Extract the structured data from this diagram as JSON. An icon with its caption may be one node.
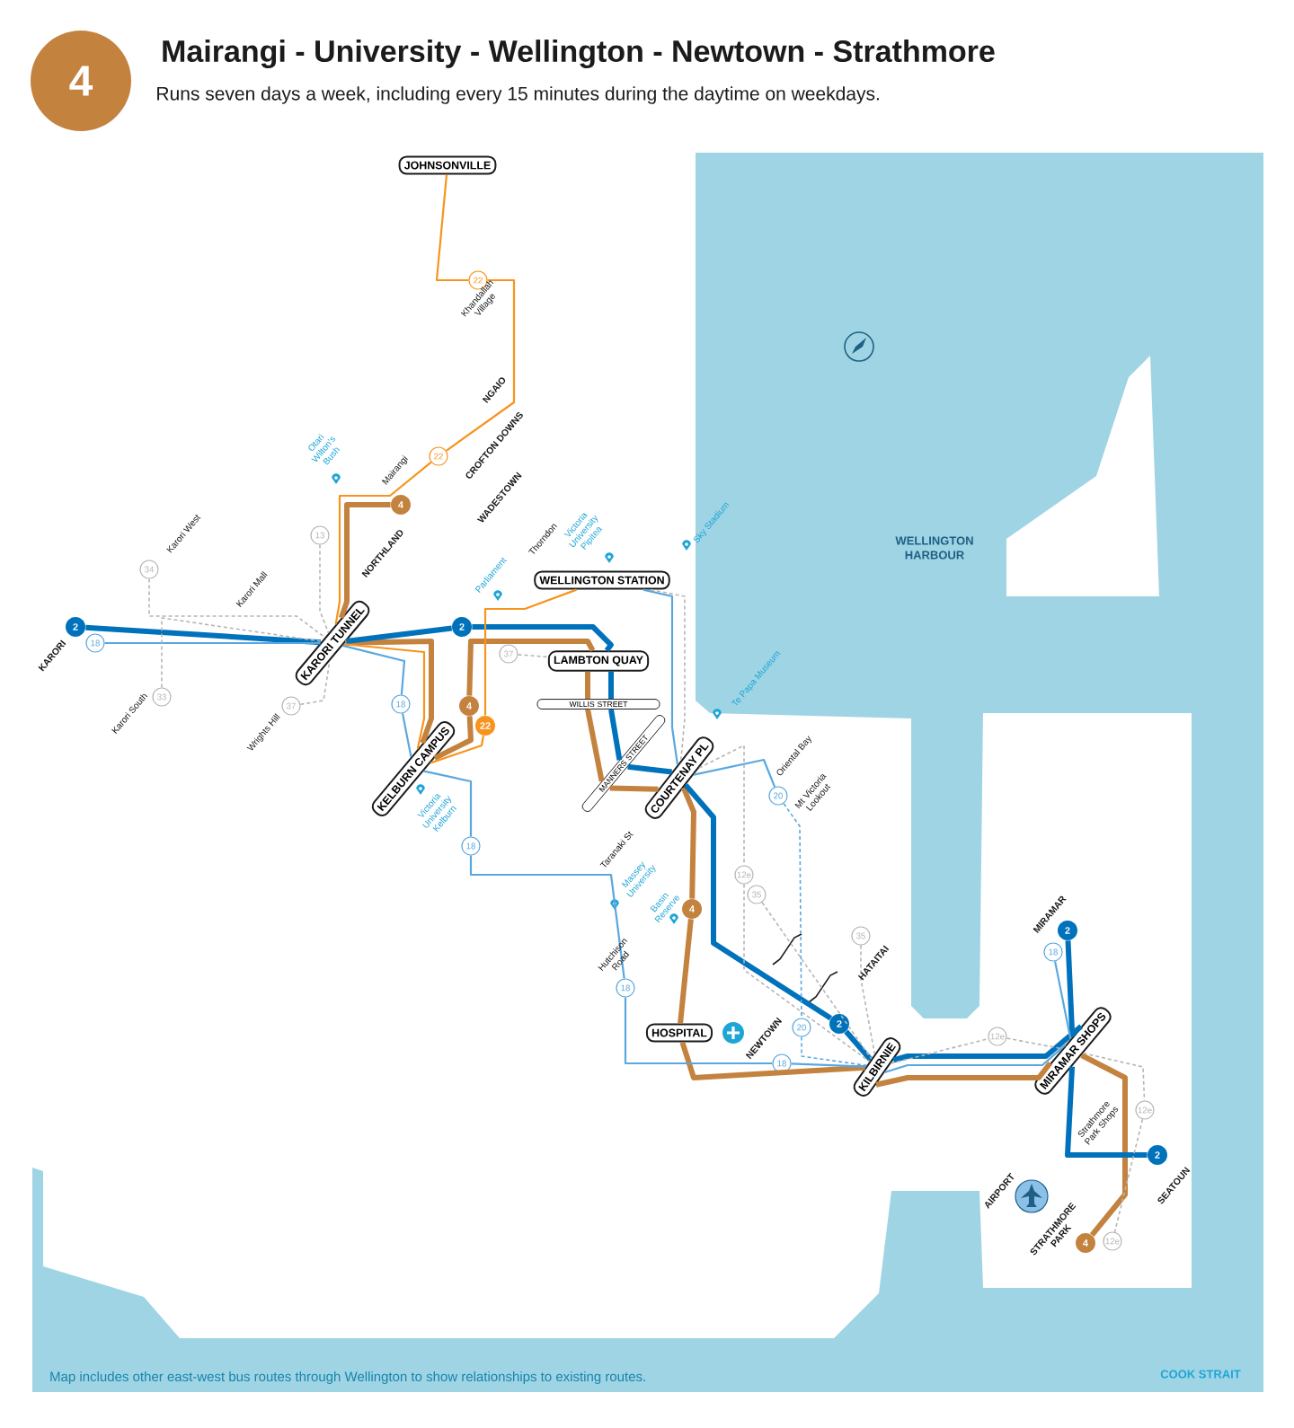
{
  "diagram": {
    "title": "Mairangi - University - Wellington - Newtown - Strathmore",
    "caption": "Map includes other east-west bus routes through Wellington to show relationships to existing routes.",
    "nodes": [
      {
        "text": [
          "4"
        ]
      },
      {
        "text": [
          "JOHNSONVILLE"
        ]
      },
      {
        "text": [
          "22"
        ]
      },
      {
        "text": [
          "22"
        ]
      },
      {
        "text": [
          "4"
        ]
      },
      {
        "text": [
          "34"
        ]
      },
      {
        "text": [
          "13"
        ]
      },
      {
        "text": [
          "WELLINGTON STATION"
        ]
      },
      {
        "text": [
          "2"
        ]
      },
      {
        "text": [
          "18"
        ]
      },
      {
        "text": [
          "2"
        ]
      },
      {
        "text": [
          "KARORI TUNNEL"
        ]
      },
      {
        "text": [
          "37"
        ]
      },
      {
        "text": [
          "LAMBTON QUAY"
        ]
      },
      {
        "text": [
          "33"
        ]
      },
      {
        "text": [
          "37"
        ]
      },
      {
        "text": [
          "18"
        ]
      },
      {
        "text": [
          "4"
        ]
      },
      {
        "text": [
          "WILLIS STREET"
        ]
      },
      {
        "text": [
          "22"
        ]
      },
      {
        "text": [
          "KELBURN CAMPUS"
        ]
      },
      {
        "text": [
          "MANNERS STREET"
        ]
      },
      {
        "text": [
          "COURTENAY PL"
        ]
      },
      {
        "text": [
          "20"
        ]
      },
      {
        "text": [
          "18"
        ]
      },
      {
        "text": [
          "12e"
        ]
      },
      {
        "text": [
          "35"
        ]
      },
      {
        "text": [
          "4"
        ]
      },
      {
        "text": [
          "35"
        ]
      },
      {
        "text": [
          "2"
        ]
      },
      {
        "text": [
          "18"
        ]
      },
      {
        "text": [
          "18"
        ]
      },
      {
        "text": [
          "20"
        ]
      },
      {
        "text": [
          "2"
        ]
      },
      {
        "text": [
          "HOSPITAL"
        ]
      },
      {
        "text": [
          "12e"
        ]
      },
      {
        "text": [
          "MIRAMAR SHOPS"
        ]
      },
      {
        "text": [
          "18"
        ]
      },
      {
        "text": [
          "KILBIRNIE"
        ]
      },
      {
        "text": [
          "12e"
        ]
      },
      {
        "text": [
          "2"
        ]
      },
      {
        "text": [
          "4"
        ]
      },
      {
        "text": [
          "12e"
        ]
      }
    ],
    "edges": [
      {
        "from": 4,
        "to": 11,
        "arrow": "none",
        "style": "thick",
        "color": "#c4823f"
      },
      {
        "from": 11,
        "to": 20,
        "arrow": "none",
        "style": "thick",
        "color": "#c4823f"
      },
      {
        "from": 20,
        "to": 17,
        "arrow": "none",
        "style": "thick",
        "color": "#c4823f"
      },
      {
        "from": 17,
        "to": 13,
        "arrow": "none",
        "style": "thick",
        "color": "#c4823f"
      },
      {
        "from": 13,
        "to": 18,
        "arrow": "none",
        "style": "thick",
        "color": "#c4823f"
      },
      {
        "from": 18,
        "to": 21,
        "arrow": "none",
        "style": "thick",
        "color": "#c4823f"
      },
      {
        "from": 21,
        "to": 22,
        "arrow": "none",
        "style": "thick",
        "color": "#c4823f"
      },
      {
        "from": 22,
        "to": 27,
        "arrow": "none",
        "style": "thick",
        "color": "#c4823f"
      },
      {
        "from": 27,
        "to": 34,
        "arrow": "none",
        "style": "thick",
        "color": "#c4823f"
      },
      {
        "from": 34,
        "to": 38,
        "arrow": "none",
        "style": "thick",
        "color": "#c4823f"
      },
      {
        "from": 38,
        "to": 36,
        "arrow": "none",
        "style": "thick",
        "color": "#c4823f"
      },
      {
        "from": 36,
        "to": 41,
        "arrow": "none",
        "style": "thick",
        "color": "#c4823f"
      },
      {
        "from": 8,
        "to": 11,
        "arrow": "none",
        "style": "thick",
        "color": "#0072bc"
      },
      {
        "from": 11,
        "to": 10,
        "arrow": "none",
        "style": "thick",
        "color": "#0072bc"
      },
      {
        "from": 10,
        "to": 13,
        "arrow": "none",
        "style": "thick",
        "color": "#0072bc"
      },
      {
        "from": 13,
        "to": 18,
        "arrow": "none",
        "style": "thick",
        "color": "#0072bc"
      },
      {
        "from": 18,
        "to": 21,
        "arrow": "none",
        "style": "thick",
        "color": "#0072bc"
      },
      {
        "from": 21,
        "to": 22,
        "arrow": "none",
        "style": "thick",
        "color": "#0072bc"
      },
      {
        "from": 22,
        "to": 33,
        "arrow": "none",
        "style": "thick",
        "color": "#0072bc"
      },
      {
        "from": 33,
        "to": 38,
        "arrow": "none",
        "style": "thick",
        "color": "#0072bc"
      },
      {
        "from": 38,
        "to": 36,
        "arrow": "none",
        "style": "thick",
        "color": "#0072bc"
      },
      {
        "from": 36,
        "to": 29,
        "arrow": "none",
        "style": "thick",
        "color": "#0072bc"
      },
      {
        "from": 36,
        "to": 40,
        "arrow": "none",
        "style": "thick",
        "color": "#0072bc"
      },
      {
        "from": 1,
        "to": 2,
        "arrow": "none",
        "color": "#f7941d"
      },
      {
        "from": 2,
        "to": 3,
        "arrow": "none",
        "color": "#f7941d"
      },
      {
        "from": 3,
        "to": 11,
        "arrow": "none",
        "color": "#f7941d"
      },
      {
        "from": 11,
        "to": 20,
        "arrow": "none",
        "color": "#f7941d"
      },
      {
        "from": 20,
        "to": 19,
        "arrow": "none",
        "color": "#f7941d"
      },
      {
        "from": 19,
        "to": 7,
        "arrow": "none",
        "color": "#f7941d"
      },
      {
        "from": 9,
        "to": 11,
        "arrow": "none",
        "color": "#5aa7e0"
      },
      {
        "from": 11,
        "to": 16,
        "arrow": "none",
        "color": "#5aa7e0"
      },
      {
        "from": 16,
        "to": 20,
        "arrow": "none",
        "color": "#5aa7e0"
      },
      {
        "from": 20,
        "to": 24,
        "arrow": "none",
        "color": "#5aa7e0"
      },
      {
        "from": 24,
        "to": 31,
        "arrow": "none",
        "color": "#5aa7e0"
      },
      {
        "from": 31,
        "to": 37,
        "arrow": "none",
        "color": "#5aa7e0"
      },
      {
        "from": 37,
        "to": 38,
        "arrow": "none",
        "color": "#5aa7e0"
      },
      {
        "from": 38,
        "to": 36,
        "arrow": "none",
        "color": "#5aa7e0"
      },
      {
        "from": 36,
        "to": 30,
        "arrow": "none",
        "color": "#5aa7e0"
      },
      {
        "from": 7,
        "to": 22,
        "arrow": "none",
        "color": "#5aa7e0"
      },
      {
        "from": 22,
        "to": 23,
        "arrow": "none",
        "color": "#5aa7e0"
      },
      {
        "from": 23,
        "to": 32,
        "arrow": "none",
        "style": "dashed",
        "color": "#5aa7e0"
      },
      {
        "from": 32,
        "to": 38,
        "arrow": "none",
        "style": "dashed",
        "color": "#5aa7e0"
      },
      {
        "from": 5,
        "to": 11,
        "arrow": "none",
        "style": "dashed",
        "color": "#b5b5b5"
      },
      {
        "from": 14,
        "to": 11,
        "arrow": "none",
        "style": "dashed",
        "color": "#b5b5b5"
      },
      {
        "from": 6,
        "to": 11,
        "arrow": "none",
        "style": "dashed",
        "color": "#b5b5b5"
      },
      {
        "from": 15,
        "to": 11,
        "arrow": "none",
        "style": "dashed",
        "color": "#b5b5b5"
      },
      {
        "from": 12,
        "to": 13,
        "arrow": "none",
        "style": "dashed",
        "color": "#b5b5b5"
      },
      {
        "from": 7,
        "to": 22,
        "arrow": "none",
        "style": "dashed",
        "color": "#b5b5b5"
      },
      {
        "from": 22,
        "to": 25,
        "arrow": "none",
        "style": "dashed",
        "color": "#b5b5b5"
      },
      {
        "from": 25,
        "to": 38,
        "arrow": "none",
        "style": "dashed",
        "color": "#b5b5b5"
      },
      {
        "from": 26,
        "to": 38,
        "arrow": "none",
        "style": "dashed",
        "color": "#b5b5b5"
      },
      {
        "from": 28,
        "to": 38,
        "arrow": "none",
        "style": "dashed",
        "color": "#b5b5b5"
      },
      {
        "from": 38,
        "to": 35,
        "arrow": "none",
        "style": "dashed",
        "color": "#b5b5b5"
      },
      {
        "from": 35,
        "to": 36,
        "arrow": "none",
        "style": "dashed",
        "color": "#b5b5b5"
      },
      {
        "from": 36,
        "to": 39,
        "arrow": "none",
        "style": "dashed",
        "color": "#b5b5b5"
      },
      {
        "from": 39,
        "to": 42,
        "arrow": "none",
        "style": "dashed",
        "color": "#b5b5b5"
      }
    ],
    "labels": [
      "Runs seven days a week, including every 15 minutes during the daytime on weekdays.",
      "Khandallah Village",
      "NGAIO",
      "Otari Wilton's Bush",
      "Mairangi",
      "CROFTON DOWNS",
      "WADESTOWN",
      "Karori West",
      "NORTHLAND",
      "Karori Mall",
      "Thorndon",
      "Victoria University Pipitea",
      "Parliament",
      "Sky Stadium",
      "WELLINGTON HARBOUR",
      "KARORI",
      "Karori South",
      "Wrights Hill",
      "Te Papa Museum",
      "Oriental Bay",
      "Mt Victoria Lookout",
      "Victoria University Kelburn",
      "Taranaki St",
      "Massey University",
      "Basin Reserve",
      "Hutchison Road",
      "HATAITAI",
      "MIRAMAR",
      "NEWTOWN",
      "Strathmore Park Shops",
      "AIRPORT",
      "SEATOUN",
      "STRATHMORE PARK",
      "COOK STRAIT"
    ]
  }
}
